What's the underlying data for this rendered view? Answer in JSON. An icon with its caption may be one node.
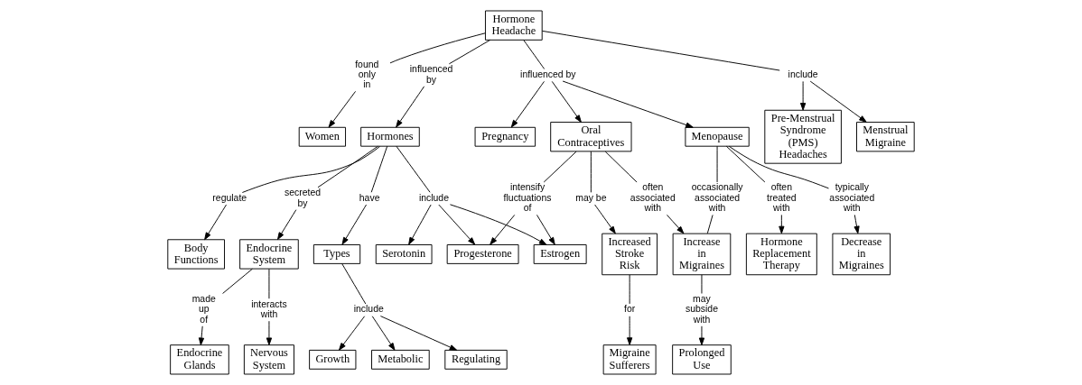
{
  "diagram": {
    "nodes": [
      {
        "text": [
          "Hormone Headache"
        ]
      },
      {
        "text": [
          "found only in"
        ]
      },
      {
        "text": [
          "influenced by"
        ]
      },
      {
        "text": [
          "include"
        ]
      },
      {
        "text": [
          "influenced by"
        ]
      },
      {
        "text": [
          "Women"
        ]
      },
      {
        "text": [
          "Hormones"
        ]
      },
      {
        "text": [
          "Pre-Menstrual Syndrome (PMS) Headaches"
        ]
      },
      {
        "text": [
          "Menstrual Migraine"
        ]
      },
      {
        "text": [
          "Pregnancy"
        ]
      },
      {
        "text": [
          "Oral Contraceptives"
        ]
      },
      {
        "text": [
          "Menopause"
        ]
      },
      {
        "text": [
          "have"
        ]
      },
      {
        "text": [
          "regulate"
        ]
      },
      {
        "text": [
          "secreted by"
        ]
      },
      {
        "text": [
          "include"
        ]
      },
      {
        "text": [
          "intensify fluctuations of"
        ]
      },
      {
        "text": [
          "may be"
        ]
      },
      {
        "text": [
          "often associated with"
        ]
      },
      {
        "text": [
          "occasionally associated with"
        ]
      },
      {
        "text": [
          "typically associated with"
        ]
      },
      {
        "text": [
          "often treated with"
        ]
      },
      {
        "text": [
          "Types"
        ]
      },
      {
        "text": [
          "Body Functions"
        ]
      },
      {
        "text": [
          "Nervous System"
        ]
      },
      {
        "text": [
          "interacts with"
        ]
      },
      {
        "text": [
          "Endocrine System"
        ]
      },
      {
        "text": [
          "Serotonin"
        ]
      },
      {
        "text": [
          "Estrogen"
        ]
      },
      {
        "text": [
          "Progesterone"
        ]
      },
      {
        "text": [
          "Increased Stroke Risk"
        ]
      },
      {
        "text": [
          "Increase in Migraines"
        ]
      },
      {
        "text": [
          "Decrease in Migraines"
        ]
      },
      {
        "text": [
          "Hormone Replacement Therapy"
        ]
      },
      {
        "text": [
          "include"
        ]
      },
      {
        "text": [
          "made up of"
        ]
      },
      {
        "text": [
          "Metabolic"
        ]
      },
      {
        "text": [
          "Regulating"
        ]
      },
      {
        "text": [
          "Growth"
        ]
      },
      {
        "text": [
          "for"
        ]
      },
      {
        "text": [
          "may subside with"
        ]
      },
      {
        "text": [
          "Endocrine Glands"
        ]
      },
      {
        "text": [
          "Migraine Sufferers"
        ]
      },
      {
        "text": [
          "Prolonged Use"
        ]
      }
    ],
    "edges": [
      {
        "from": 0,
        "to": 1,
        "arrow": "none"
      },
      {
        "from": 1,
        "to": 5,
        "arrow": "to"
      },
      {
        "from": 0,
        "to": 2,
        "arrow": "none"
      },
      {
        "from": 2,
        "to": 6,
        "arrow": "to"
      },
      {
        "from": 0,
        "to": 3,
        "arrow": "none"
      },
      {
        "from": 3,
        "to": 7,
        "arrow": "to"
      },
      {
        "from": 3,
        "to": 8,
        "arrow": "to"
      },
      {
        "from": 0,
        "to": 4,
        "arrow": "none"
      },
      {
        "from": 4,
        "to": 9,
        "arrow": "to"
      },
      {
        "from": 4,
        "to": 10,
        "arrow": "to"
      },
      {
        "from": 4,
        "to": 11,
        "arrow": "to"
      },
      {
        "from": 6,
        "to": 12,
        "arrow": "none"
      },
      {
        "from": 12,
        "to": 22,
        "arrow": "to"
      },
      {
        "from": 6,
        "to": 13,
        "arrow": "none"
      },
      {
        "from": 13,
        "to": 23,
        "arrow": "to"
      },
      {
        "from": 6,
        "to": 14,
        "arrow": "none"
      },
      {
        "from": 14,
        "to": 26,
        "arrow": "to"
      },
      {
        "from": 6,
        "to": 15,
        "arrow": "none"
      },
      {
        "from": 15,
        "to": 27,
        "arrow": "to"
      },
      {
        "from": 15,
        "to": 28,
        "arrow": "to"
      },
      {
        "from": 15,
        "to": 29,
        "arrow": "to"
      },
      {
        "from": 22,
        "to": 34,
        "arrow": "none"
      },
      {
        "from": 34,
        "to": 36,
        "arrow": "to"
      },
      {
        "from": 34,
        "to": 38,
        "arrow": "to"
      },
      {
        "from": 34,
        "to": 37,
        "arrow": "to"
      },
      {
        "from": 26,
        "to": 25,
        "arrow": "none"
      },
      {
        "from": 25,
        "to": 24,
        "arrow": "to"
      },
      {
        "from": 26,
        "to": 35,
        "arrow": "none"
      },
      {
        "from": 35,
        "to": 41,
        "arrow": "to"
      },
      {
        "from": 10,
        "to": 16,
        "arrow": "none"
      },
      {
        "from": 16,
        "to": 28,
        "arrow": "to"
      },
      {
        "from": 16,
        "to": 29,
        "arrow": "to"
      },
      {
        "from": 10,
        "to": 17,
        "arrow": "none"
      },
      {
        "from": 17,
        "to": 30,
        "arrow": "to"
      },
      {
        "from": 10,
        "to": 18,
        "arrow": "none"
      },
      {
        "from": 18,
        "to": 31,
        "arrow": "to"
      },
      {
        "from": 11,
        "to": 19,
        "arrow": "none"
      },
      {
        "from": 19,
        "to": 31,
        "arrow": "none"
      },
      {
        "from": 11,
        "to": 20,
        "arrow": "none"
      },
      {
        "from": 20,
        "to": 32,
        "arrow": "to"
      },
      {
        "from": 11,
        "to": 21,
        "arrow": "none"
      },
      {
        "from": 21,
        "to": 33,
        "arrow": "to"
      },
      {
        "from": 30,
        "to": 39,
        "arrow": "none"
      },
      {
        "from": 39,
        "to": 42,
        "arrow": "to"
      },
      {
        "from": 31,
        "to": 40,
        "arrow": "none"
      },
      {
        "from": 40,
        "to": 43,
        "arrow": "to"
      }
    ]
  }
}
